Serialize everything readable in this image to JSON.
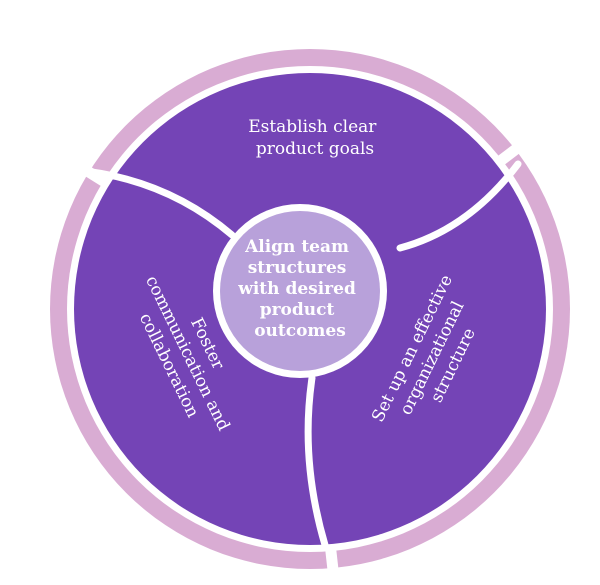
{
  "colors": {
    "outer_ring": "#d9acd3",
    "segment": "#7444b6",
    "center": "#b8a1da",
    "gap": "#ffffff",
    "text": "#ffffff"
  },
  "center": {
    "lines": [
      "Align team",
      "structures",
      "with desired",
      "product",
      "outcomes"
    ]
  },
  "segments": [
    {
      "id": "top",
      "lines": [
        "Establish clear",
        "product goals"
      ]
    },
    {
      "id": "right",
      "lines": [
        "Set up an effective",
        "organizational",
        "structure"
      ]
    },
    {
      "id": "left",
      "lines": [
        "Foster",
        "communication and",
        "collaboration"
      ]
    }
  ]
}
